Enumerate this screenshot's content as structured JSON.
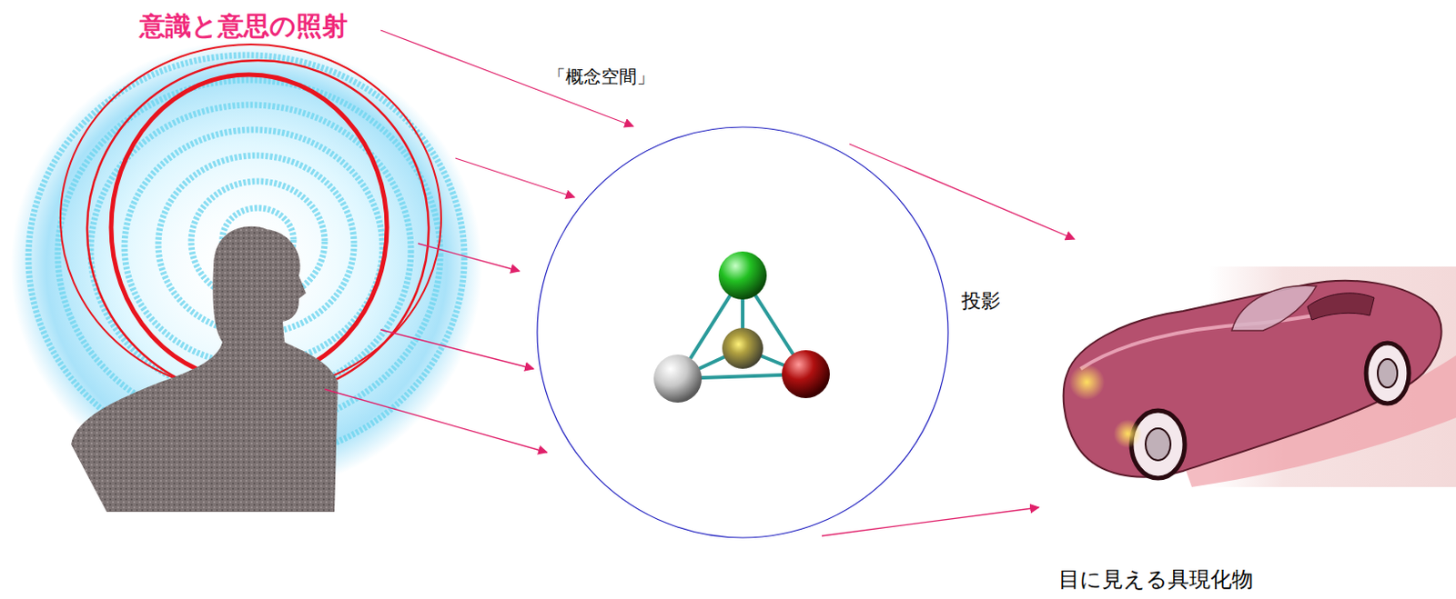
{
  "diagram": {
    "nodes": [
      {
        "text": [
          "「概念空間」"
        ]
      }
    ],
    "labels": [
      "意識と意思の照射",
      "投影",
      "目に見える具現化物"
    ]
  }
}
